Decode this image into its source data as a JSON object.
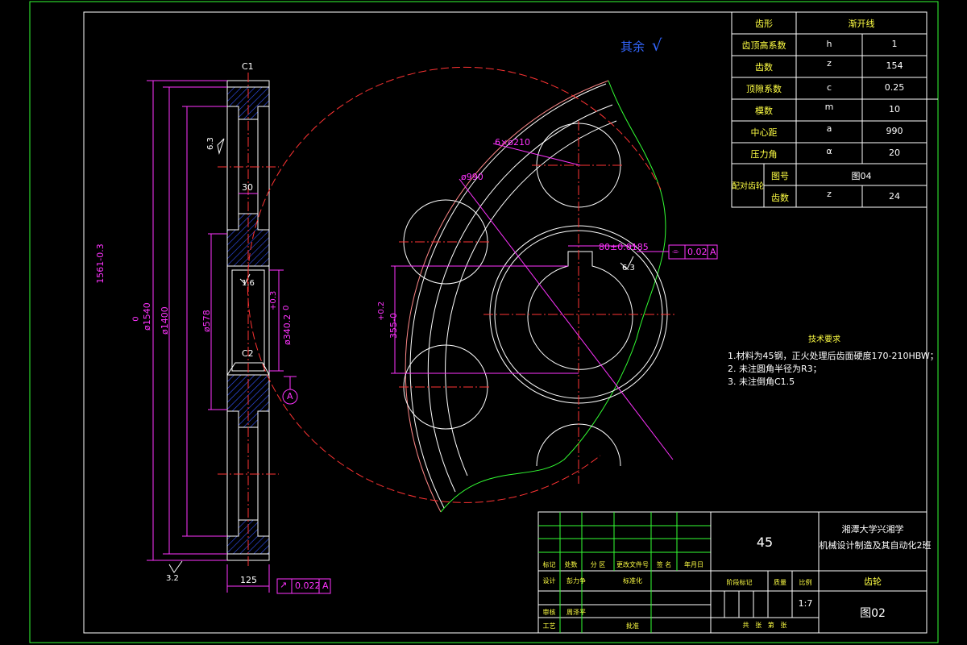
{
  "roughness_note": {
    "label": "其余",
    "symbol": "√"
  },
  "param_table": {
    "rows": [
      {
        "name": "齿形",
        "symbol": "",
        "value": "渐开线"
      },
      {
        "name": "齿顶高系数",
        "symbol": "h",
        "value": "1"
      },
      {
        "name": "齿数",
        "symbol": "z",
        "value": "154"
      },
      {
        "name": "顶隙系数",
        "symbol": "c",
        "value": "0.25"
      },
      {
        "name": "模数",
        "symbol": "m",
        "value": "10"
      },
      {
        "name": "中心距",
        "symbol": "a",
        "value": "990"
      },
      {
        "name": "压力角",
        "symbol": "α",
        "value": "20"
      }
    ],
    "mating_label": "配对齿轮",
    "mating_rows": [
      {
        "name": "图号",
        "symbol": "",
        "value": "图04"
      },
      {
        "name": "齿数",
        "symbol": "z",
        "value": "24"
      }
    ]
  },
  "tech_req": {
    "title": "技术要求",
    "items": [
      "1.材料为45钢，正火处理后齿面硬度170-210HBW；",
      "2. 未注圆角半径为R3；",
      "3. 未注倒角C1.5"
    ]
  },
  "side_view_dims": {
    "chamfer_top": "C1",
    "chamfer_mid": "C2",
    "d_outer": "1561-0.3",
    "d_outer_tol": "0",
    "d_tip": "ø1540",
    "d_root": "ø1400",
    "d_hub": "ø578",
    "d_bore": "ø340.2",
    "d_bore_tol_up": "+0.3",
    "d_bore_tol_low": "0",
    "web": "30",
    "width": "125",
    "rough_63": "6.3",
    "rough_16": "1.6",
    "rough_32": "3.2",
    "datum": "A",
    "runout_value": "0.022",
    "runout_datum": "A",
    "runout_sym": "↗"
  },
  "front_view_dims": {
    "holes": "6×ø210",
    "pcd": "ø990",
    "keyway": "80±0.0185",
    "keyway_tol_sym": "⌯",
    "keyway_tol": "0.02",
    "keyway_datum": "A",
    "keyway_rough": "6.3",
    "key_depth": "355-0",
    "key_depth_tol": "+0.2"
  },
  "title_block": {
    "material": "45",
    "school_line1": "湘潭大学兴湘学",
    "school_line2": "机械设计制造及其自动化2班",
    "part_name": "齿轮",
    "drawing_no": "图02",
    "scale": "1:7",
    "header_cells": [
      "标记",
      "处数",
      "分  区",
      "更改文件号",
      "签  名",
      "年月日"
    ],
    "row_design": [
      "设计",
      "彭力争",
      "标准化"
    ],
    "row_check": [
      "审核",
      "周泽平"
    ],
    "row_process": [
      "工艺",
      "批准"
    ],
    "stage_labels": [
      "阶段标记",
      "质量",
      "比例"
    ],
    "sheet_labels": "共   张   第   张"
  }
}
